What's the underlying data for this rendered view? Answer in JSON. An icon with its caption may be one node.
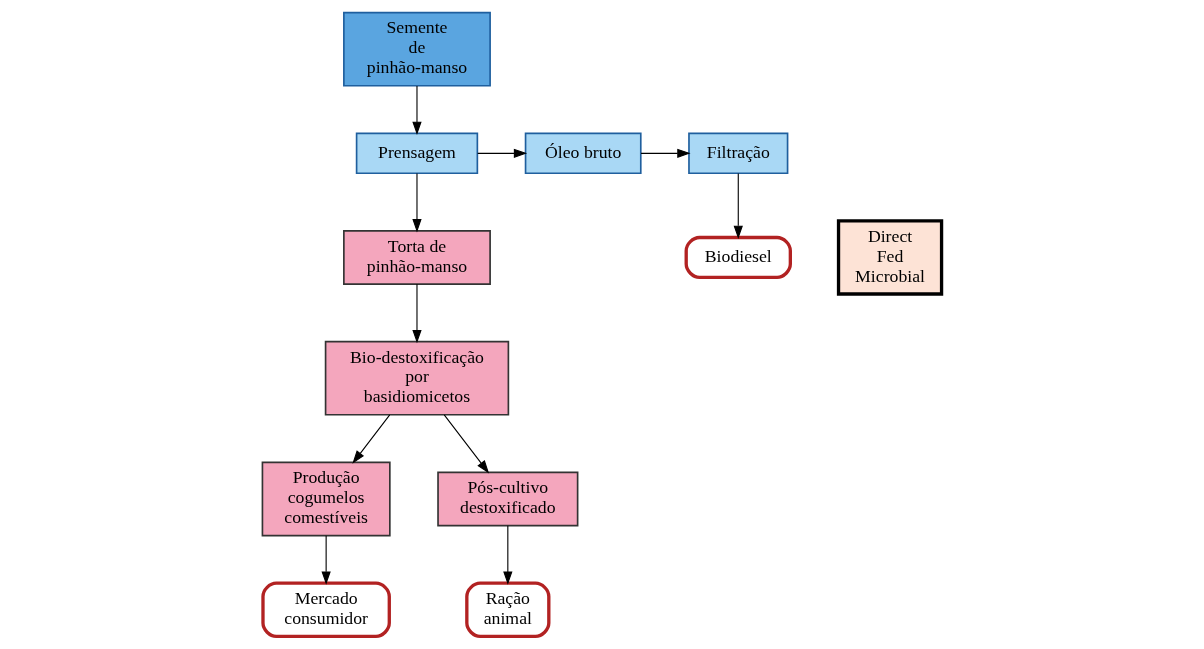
{
  "diagram": {
    "nodes": [
      {
        "text": [
          "Semente de pinhão-manso"
        ]
      },
      {
        "text": [
          "Torta de pinhão-manso"
        ]
      },
      {
        "text": [
          "Direct Fed Microbial"
        ]
      },
      {
        "text": [
          "Bio-destoxificação por basidiomicetos"
        ]
      },
      {
        "text": [
          "Prensagem"
        ]
      },
      {
        "text": [
          "Óleo bruto"
        ]
      },
      {
        "text": [
          "Filtração"
        ]
      },
      {
        "text": [
          "Produção cogumelos comestíveis"
        ]
      },
      {
        "text": [
          "Pós-cultivo destoxificado"
        ]
      },
      {
        "text": [
          "Biodiesel"
        ]
      },
      {
        "text": [
          "Mercado consumidor"
        ]
      },
      {
        "text": [
          "Ração animal"
        ]
      }
    ],
    "edges": [
      {
        "from": 0,
        "to": 4,
        "arrow": "to"
      },
      {
        "from": 4,
        "to": 1,
        "arrow": "to"
      },
      {
        "from": 1,
        "to": 3,
        "arrow": "to"
      },
      {
        "from": 4,
        "to": 5,
        "arrow": "to"
      },
      {
        "from": 5,
        "to": 6,
        "arrow": "to"
      },
      {
        "from": 6,
        "to": 9,
        "arrow": "to"
      },
      {
        "from": 3,
        "to": 7,
        "arrow": "to"
      },
      {
        "from": 3,
        "to": 8,
        "arrow": "to"
      },
      {
        "from": 7,
        "to": 10,
        "arrow": "to"
      },
      {
        "from": 8,
        "to": 11,
        "arrow": "to"
      }
    ]
  }
}
